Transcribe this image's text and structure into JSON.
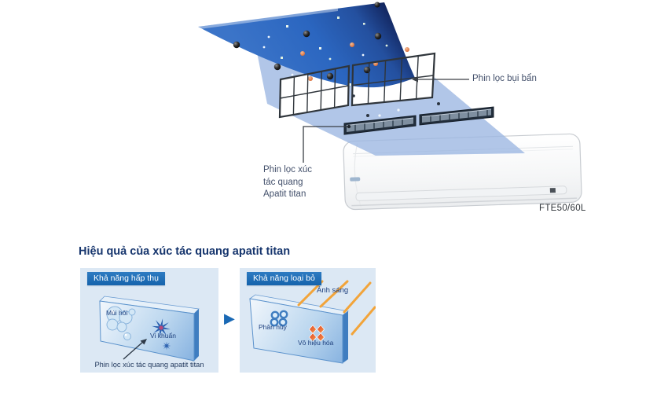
{
  "diagram": {
    "labels": {
      "dust_filter": "Phin lọc bụi bẩn",
      "photocatalytic_filter": "Phin lọc xúc\ntác quang\nApatit titan",
      "model": "FTE50/60L"
    }
  },
  "effects": {
    "title": "Hiệu quả của xúc tác quang apatit titan",
    "absorb": {
      "header": "Khả năng hấp thụ",
      "odor": "Mùi hôi",
      "bacteria": "Vi khuẩn",
      "caption": "Phin lọc xúc tác quang apatit titan"
    },
    "remove": {
      "header": "Khả năng loại bỏ",
      "light": "Ánh sáng",
      "decompose": "Phân hủy",
      "neutralize": "Vô hiệu hóa"
    }
  },
  "icons": {
    "flow_arrow_icon": "▶"
  },
  "colors": {
    "sheet_blue": "#2a65be",
    "sheet_dark_navy": "#0d1c4a",
    "air_beam_blue": "#9db8e2",
    "badge_blue": "#1a69b5",
    "panel_bg": "#dce8f4",
    "ray_orange": "#f2a43a",
    "title_navy": "#16356d",
    "label_slate": "#43506b"
  }
}
